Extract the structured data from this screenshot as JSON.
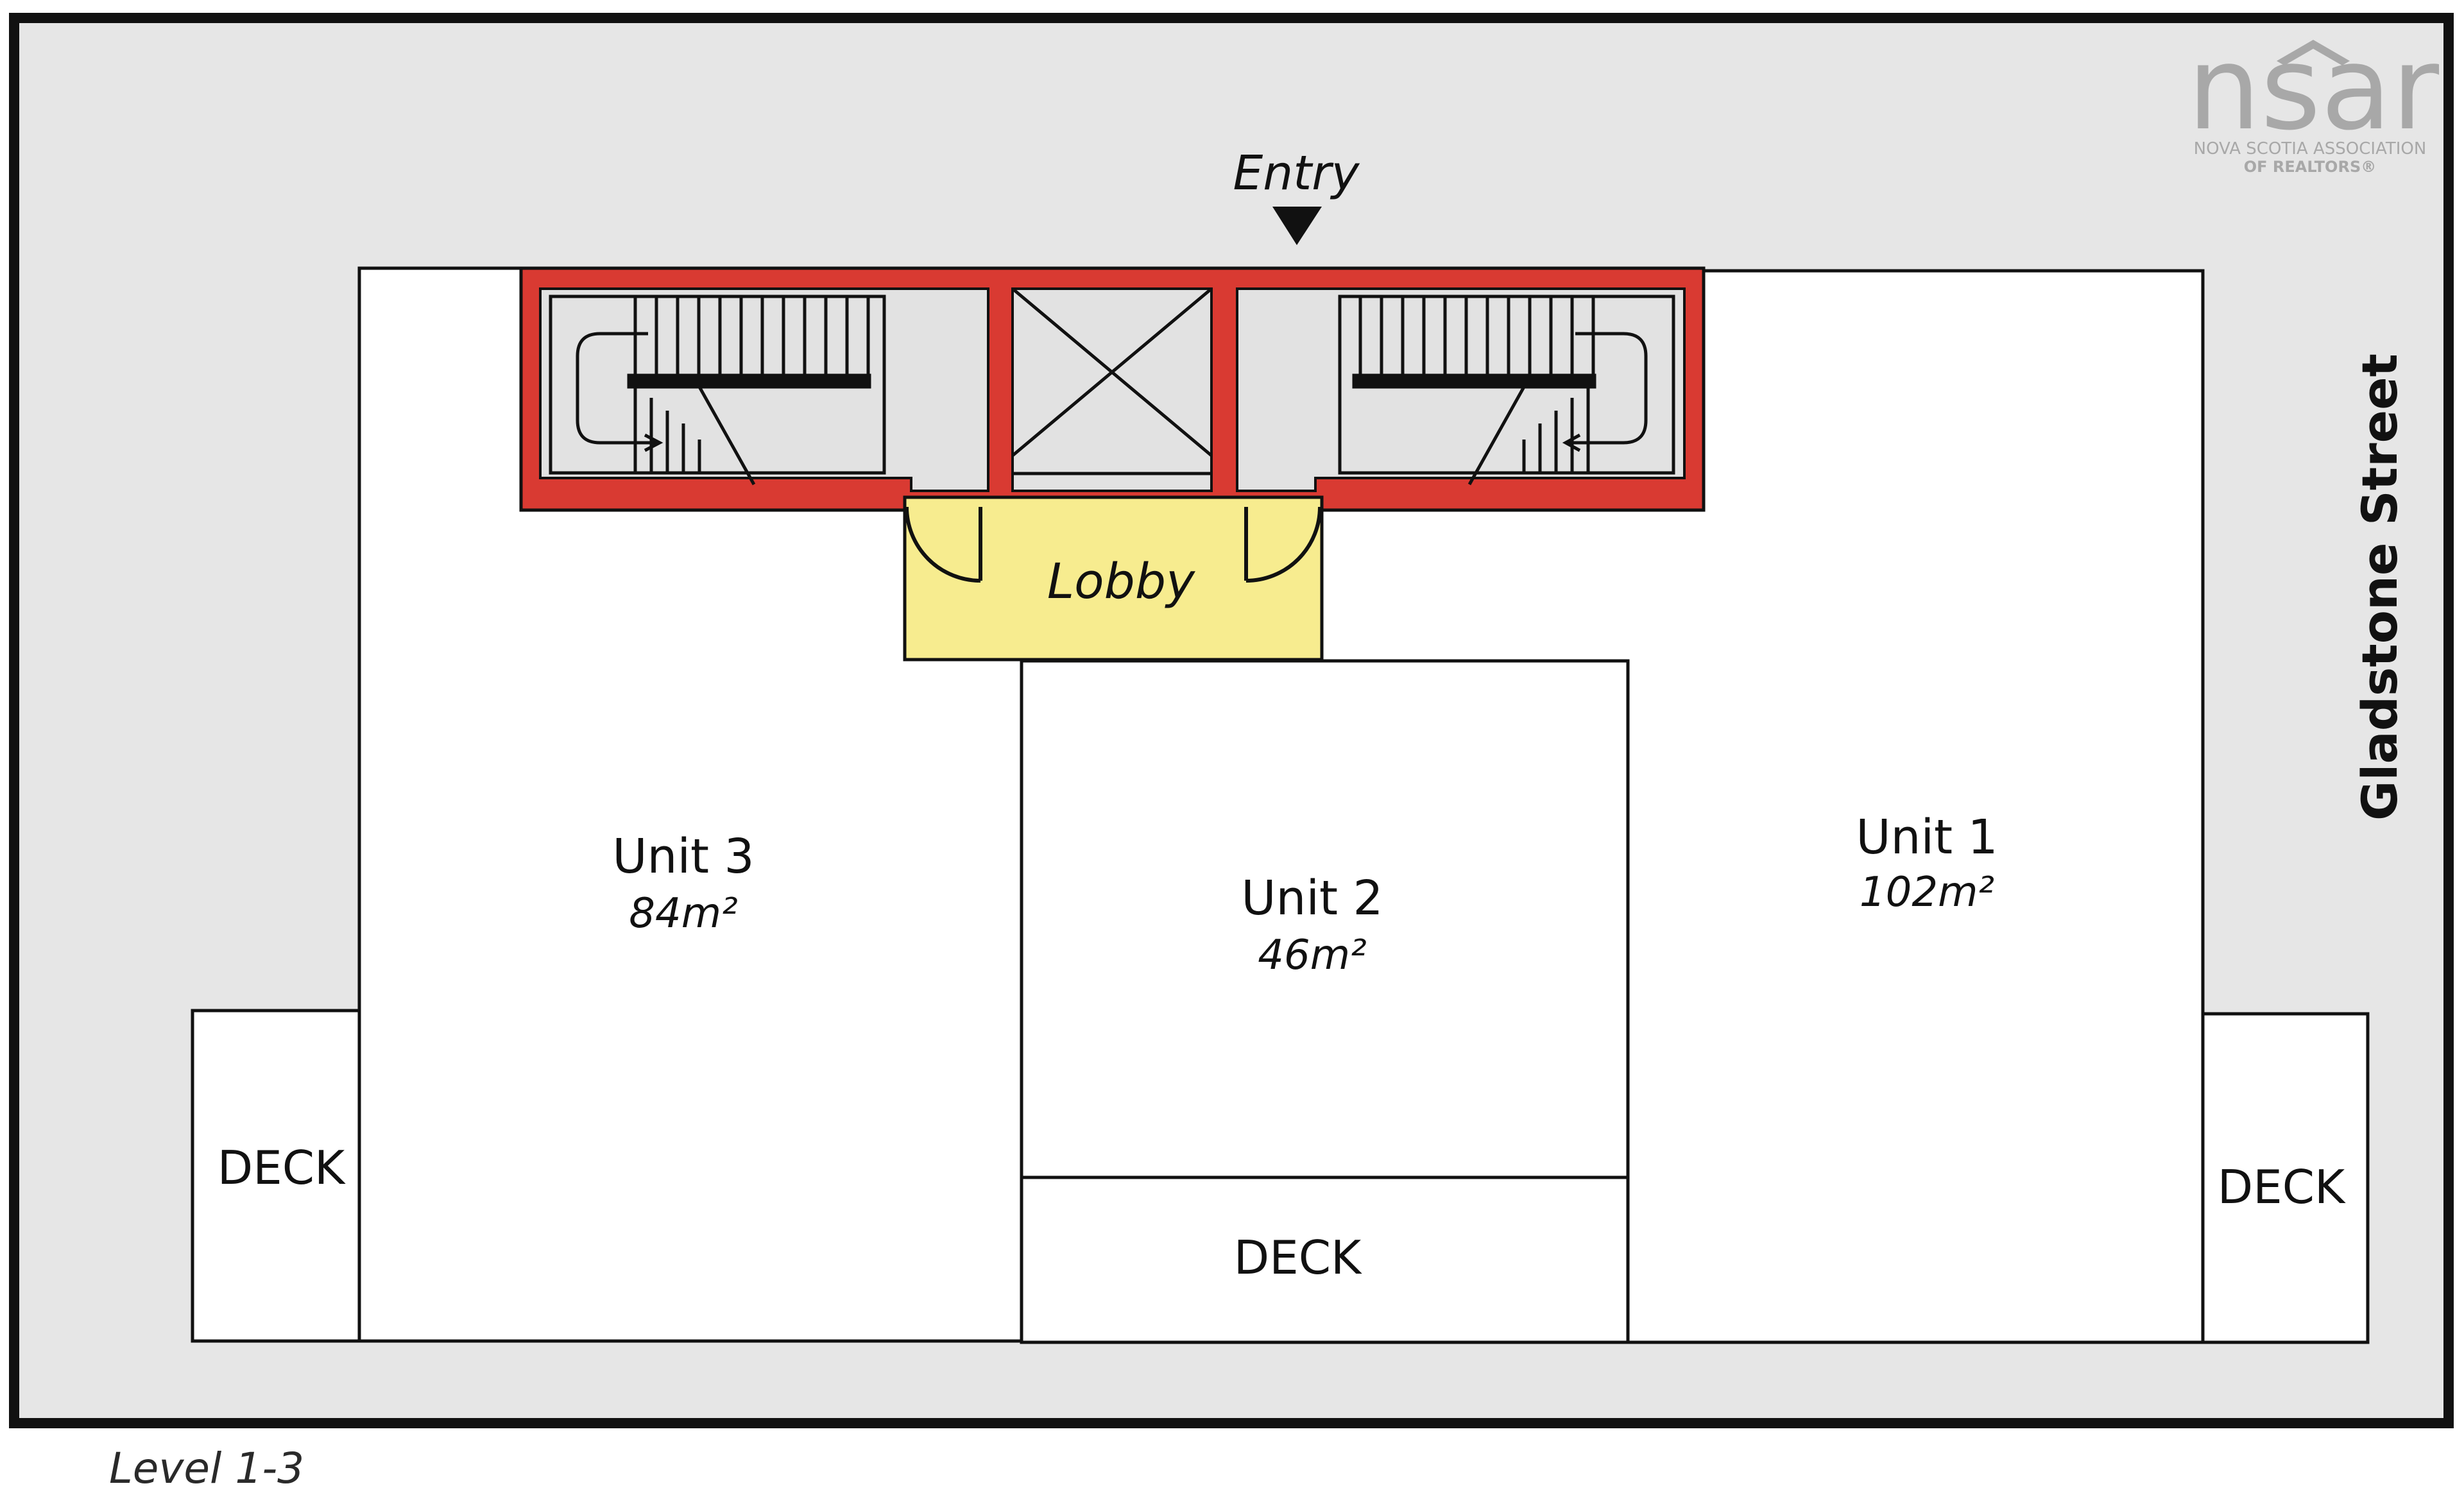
{
  "plan": {
    "entry_label": "Entry",
    "lobby_label": "Lobby",
    "street_label": "Gladstone Street",
    "level_caption": "Level 1-3",
    "units": [
      {
        "name": "Unit 3",
        "area": "84m²"
      },
      {
        "name": "Unit 2",
        "area": "46m²"
      },
      {
        "name": "Unit 1",
        "area": "102m²"
      }
    ],
    "decks": [
      "DECK",
      "DECK",
      "DECK"
    ]
  },
  "logo": {
    "wordmark": "nsar",
    "line1": "NOVA SCOTIA ASSOCIATION",
    "line2": "OF REALTORS®"
  },
  "colors": {
    "site": "#e6e6e6",
    "stair_core": "#d93a32",
    "lobby": "#f7ec8f",
    "unit": "#ffffff",
    "outline": "#111111"
  }
}
